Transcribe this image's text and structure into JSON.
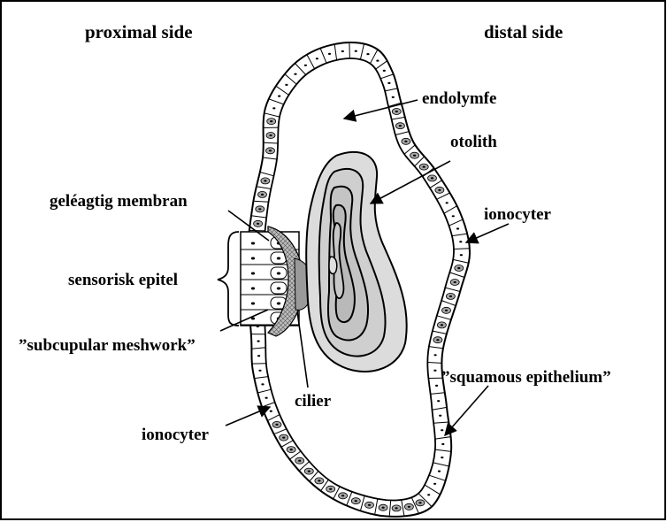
{
  "header": {
    "left": "proximal side",
    "right": "distal side"
  },
  "labels": {
    "endolymph": "endolymfe",
    "otolith": "otolith",
    "gelatinous_membrane": "geléagtig membran",
    "ionocyte_right": "ionocyter",
    "sensory_epithelium": "sensorisk epitel",
    "subcupular_meshwork": "”subcupular meshwork”",
    "cilia": "cilier",
    "squamous_epithelium": "”squamous epithelium”",
    "ionocyte_left": "ionocyter"
  },
  "colors": {
    "stroke": "#000000",
    "ionocyte_fill": "#a6a6a6",
    "otolith_light": "#dcdcdc",
    "otolith_mid": "#c4c4c4",
    "membrane_fill": "#b4b4b4"
  }
}
